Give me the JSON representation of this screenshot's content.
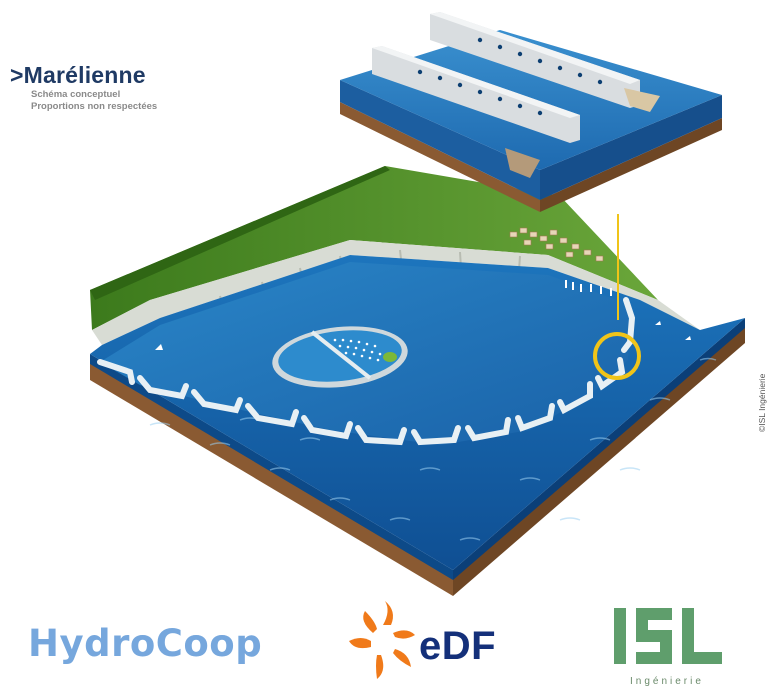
{
  "header": {
    "title": ">Marélienne",
    "subtitle_line1": "Schéma conceptuel",
    "subtitle_line2": "Proportions non respectées"
  },
  "credit": "©ISL Ingénierie",
  "logos": {
    "hydrocoop": "HydroCoop",
    "edf": "eDF",
    "isl": "ISL",
    "isl_sub": "Ingénierie"
  },
  "colors": {
    "title": "#1f3a64",
    "sea": "#1a68b0",
    "grass": "#4e8a26",
    "cliff": "#d8dcd4",
    "soil": "#8a5a32",
    "highlight_ring": "#f0c419",
    "hydrocoop": "#76a7dd",
    "edf_orange": "#f07a1a",
    "edf_blue": "#14307a",
    "isl_green": "#5f9e6c"
  },
  "icons": {
    "highlight": "yellow-circle-marker",
    "edf_mark": "edf-orange-swirl",
    "isl_mark": "isl-green-letters"
  }
}
